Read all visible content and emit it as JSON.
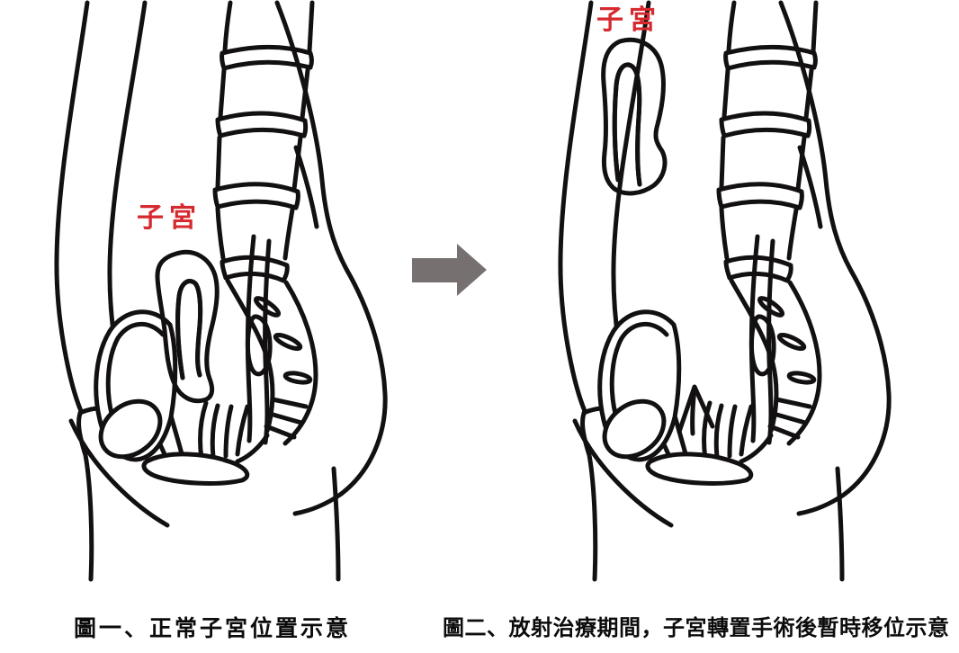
{
  "figures": {
    "left": {
      "organ_label": "子宮",
      "caption": "圖一、正常子宮位置示意"
    },
    "right": {
      "organ_label": "子宮",
      "caption": "圖二、放射治療期間，子宮轉置手術後暫時移位示意"
    }
  },
  "icons": {
    "arrow": "right-block-arrow"
  },
  "colors": {
    "uterus_red": "#e62629",
    "line_black": "#121010",
    "arrow_gray": "#767170",
    "label_red": "#d62a2e",
    "background": "#ffffff"
  }
}
